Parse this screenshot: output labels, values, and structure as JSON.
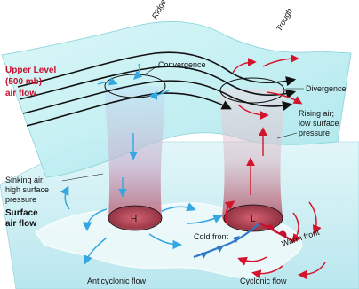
{
  "labels": {
    "ridge": "Ridge",
    "trough": "Trough",
    "upper_level": [
      "Upper Level",
      "(500 mb)",
      "air flow"
    ],
    "convergence": "Convergence",
    "divergence": "Divergence",
    "rising_air": [
      "Rising air;",
      "low surface",
      "pressure"
    ],
    "sinking_air": [
      "Sinking air;",
      "high surface",
      "pressure"
    ],
    "surface_air_flow": [
      "Surface",
      "air flow"
    ],
    "high": "H",
    "low": "L",
    "cold_front": "Cold front",
    "warm_front": "Warm front",
    "anticyclonic": "Anticyclonic flow",
    "cyclonic": "Cyclonic flow"
  },
  "colors": {
    "upper_plane": "#bfeff2",
    "surface_plane": "#cfeff5",
    "flow_black": "#111111",
    "flow_red": "#d4142a",
    "flow_blue": "#35a6e0",
    "front": "#c8102e",
    "label_red": "#c8102e"
  },
  "icons": {
    "arrow": "arrowhead-icon",
    "cold_front_symbol": "triangle-icon",
    "warm_front_symbol": "semicircle-icon"
  }
}
